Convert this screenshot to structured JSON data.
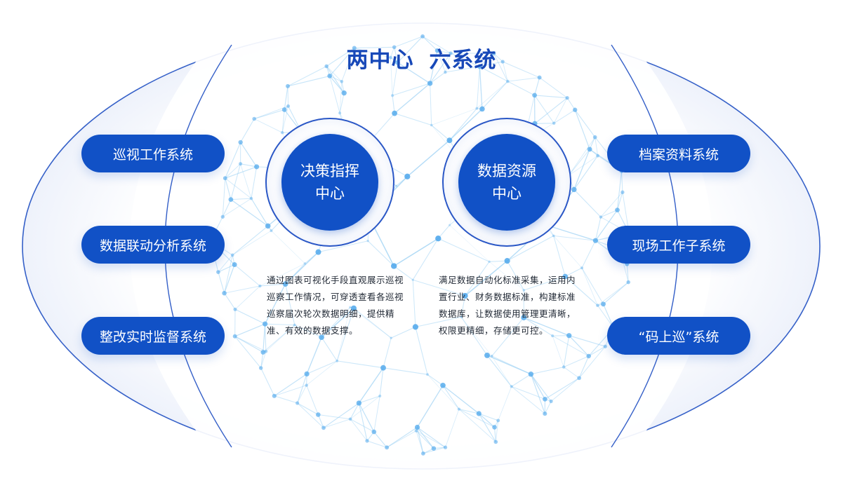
{
  "title": {
    "part1": "两中心",
    "part2": "六系统"
  },
  "colors": {
    "primary": "#1151c6",
    "title": "#1748b8",
    "network_line": "#9fd2f4",
    "network_node": "#52a9ec",
    "outer_ring": "#3560c8"
  },
  "left_systems": [
    "巡视工作系统",
    "数据联动分析系统",
    "整改实时监督系统"
  ],
  "right_systems": [
    "档案资料系统",
    "现场工作子系统",
    "“码上巡”系统"
  ],
  "centers": [
    {
      "line1": "决策指挥",
      "line2": "中心",
      "description": "通过图表可视化手段直观展示巡视巡察工作情况，可穿透查看各巡视巡察届次轮次数据明细，提供精准、有效的数据支撑。"
    },
    {
      "line1": "数据资源",
      "line2": "中心",
      "description": "满足数据自动化标准采集，运用内置行业、财务数据标准，构建标准数据库，让数据使用管理更清晰，权限更精细，存储更可控。"
    }
  ]
}
